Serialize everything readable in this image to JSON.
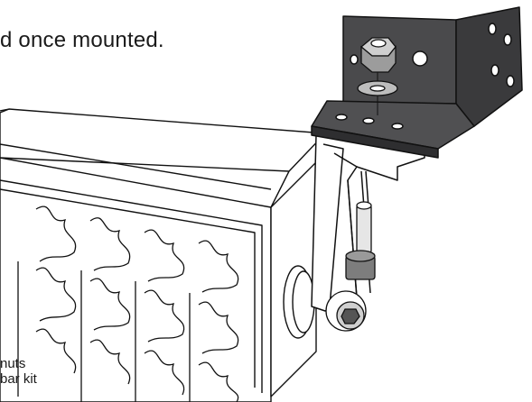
{
  "instruction": {
    "text_fragment": "d once mounted."
  },
  "callout": {
    "line1": "nuts",
    "line2": "bar kit"
  },
  "illustration": {
    "parts": [
      "light-bar",
      "mounting-bracket",
      "hex-nut",
      "washer",
      "side-bracket",
      "bolt",
      "spacer",
      "socket-cap-screw",
      "end-cap"
    ],
    "colors": {
      "bracket_fill": "#4a4a4c",
      "bracket_dark": "#2e2e30",
      "line": "#111111",
      "washer": "#bdbdbd",
      "hardware": "#8a8a8a"
    }
  }
}
